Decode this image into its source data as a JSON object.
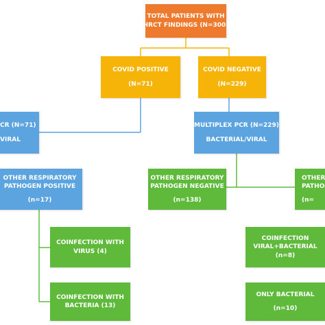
{
  "root": {
    "line1": "TOTAL PATIENTS WITH",
    "line2": "HRCT FINDINGS (N=300)"
  },
  "covid_positive": {
    "line1": "COVID POSITIVE",
    "line2": "(N=71)"
  },
  "covid_negative": {
    "line1": "COVID NEGATIVE",
    "line2": "(N=229)"
  },
  "pcr_left": {
    "line1": "CR (N=71)",
    "line2": "VIRAL"
  },
  "pcr_right": {
    "line1": "MULTIPLEX PCR (N=229)",
    "line2": "BACTERIAL/VIRAL"
  },
  "resp_positive": {
    "line1": "OTHER RESPIRATORY",
    "line2": "PATHOGEN  POSITIVE",
    "line3": "(n=17)"
  },
  "resp_negative": {
    "line1": "OTHER RESPIRATORY",
    "line2": "PATHOGEN NEGATIVE",
    "line3": "(n=138)"
  },
  "resp_right_cut": {
    "line1": "OTHER R",
    "line2": "PATHOGEN",
    "line3": "(n="
  },
  "coinf_virus": {
    "line1": "COINFECTION  WITH",
    "line2": "VIRUS (4)"
  },
  "coinf_bacteria": {
    "line1": "COINFECTION WITH",
    "line2": "BACTERIA (13)"
  },
  "coinf_viral_bact": {
    "line1": "COINFECTION",
    "line2": "VIRAL+BACTERIAL",
    "line3": "(n=8)"
  },
  "only_bacterial": {
    "line1": "ONLY BACTERIAL",
    "line2": "(n=10)"
  },
  "colors": {
    "orange": "#ee7a2d",
    "yellow": "#f5b407",
    "blue": "#5ba4e0",
    "green": "#5fba3c",
    "connector": "#f5b407",
    "connector_blue": "#5ba4e0",
    "connector_green": "#5fba3c"
  }
}
